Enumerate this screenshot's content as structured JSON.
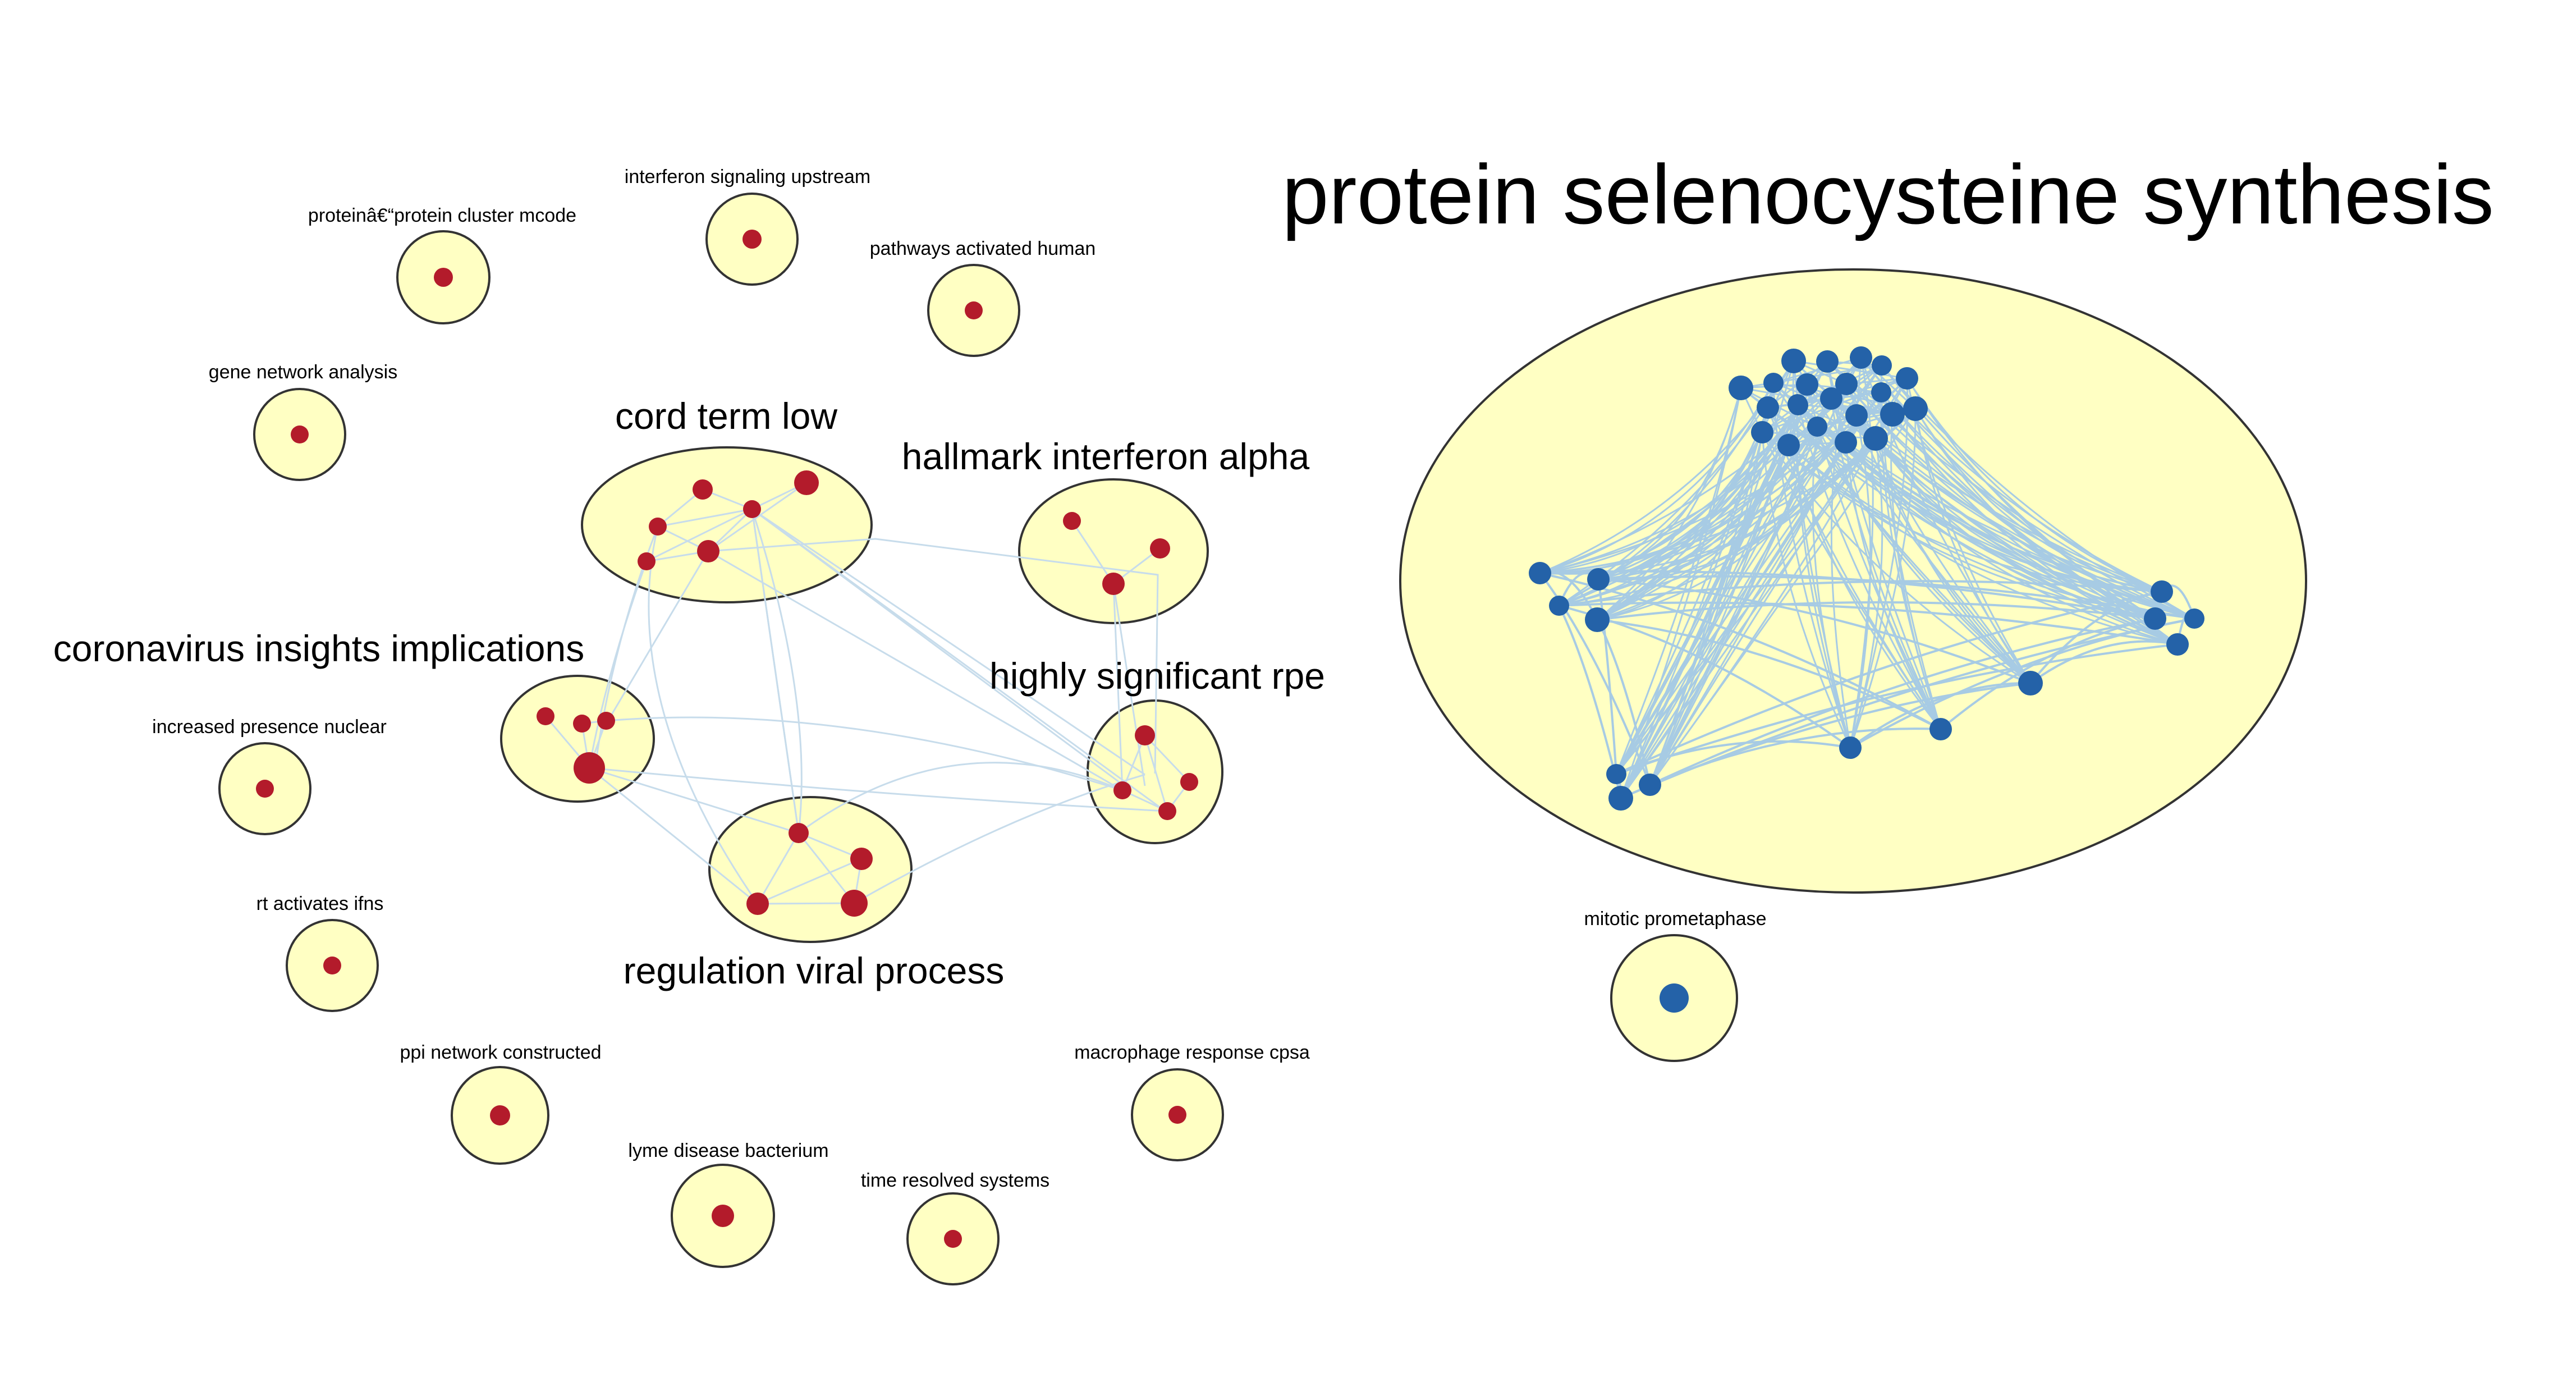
{
  "colors": {
    "cluster_fill": "#FFFFC3",
    "cluster_stroke": "#333333",
    "red_node": "#B31B2B",
    "blue_node": "#2462A8",
    "edge_light": "#C7DCEB",
    "edge_dense": "#A7CBE4"
  },
  "clusters": {
    "protein_selenocysteine": "protein selenocysteine synthesis",
    "cord_term": "cord term low",
    "hallmark_interferon": "hallmark interferon alpha",
    "coronavirus": "coronavirus insights implications",
    "highly_significant": "highly significant rpe",
    "regulation_viral": "regulation viral process",
    "protein_cluster": "proteinâ€“protein cluster mcode",
    "interferon_signaling": "interferon signaling upstream",
    "pathways_activated": "pathways activated human",
    "gene_network": "gene network analysis",
    "increased_presence": "increased presence nuclear",
    "rt_activates": "rt activates ifns",
    "ppi_network": "ppi network constructed",
    "lyme_disease": "lyme disease bacterium",
    "time_resolved": "time resolved systems",
    "macrophage_response": "macrophage response cpsa",
    "mitotic_prometaphase": "mitotic prometaphase"
  }
}
